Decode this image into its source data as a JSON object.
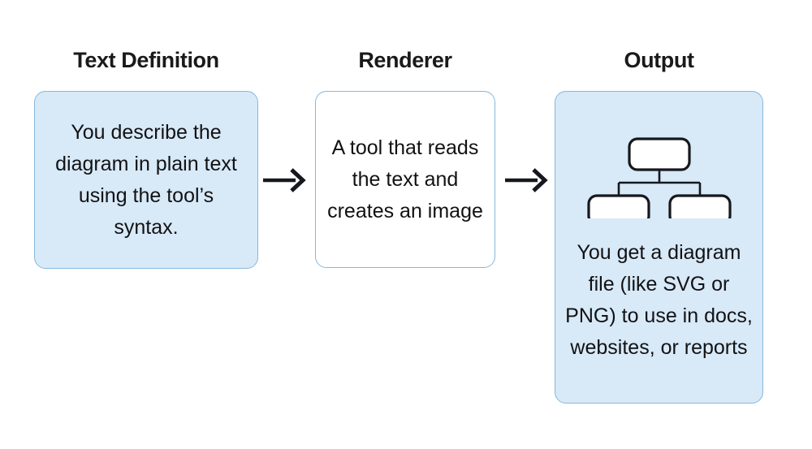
{
  "diagram": {
    "background_color": "#ffffff",
    "accent_fill": "#d8e9f7",
    "accent_border": "#85b8dd",
    "text_color": "#121214",
    "heading_color": "#1a1a1c",
    "stroke_color": "#16181d"
  },
  "stages": [
    {
      "heading": "Text Definition",
      "body": "You describe the diagram in plain text using the tool’s syntax.",
      "fill": "filled"
    },
    {
      "heading": "Renderer",
      "body": "A tool that reads the text and creates an image",
      "fill": "plain"
    },
    {
      "heading": "Output",
      "body": "You get a diagram file (like SVG or PNG) to use in docs, websites, or reports",
      "fill": "filled",
      "icon": "org-chart-icon"
    }
  ],
  "connectors": [
    {
      "name": "arrow-right-icon",
      "from": "Text Definition",
      "to": "Renderer"
    },
    {
      "name": "arrow-right-icon",
      "from": "Renderer",
      "to": "Output"
    }
  ],
  "org_chart": {
    "nodes": [
      {
        "id": "parent",
        "role": "root"
      },
      {
        "id": "child-left",
        "role": "leaf"
      },
      {
        "id": "child-right",
        "role": "leaf"
      }
    ]
  }
}
